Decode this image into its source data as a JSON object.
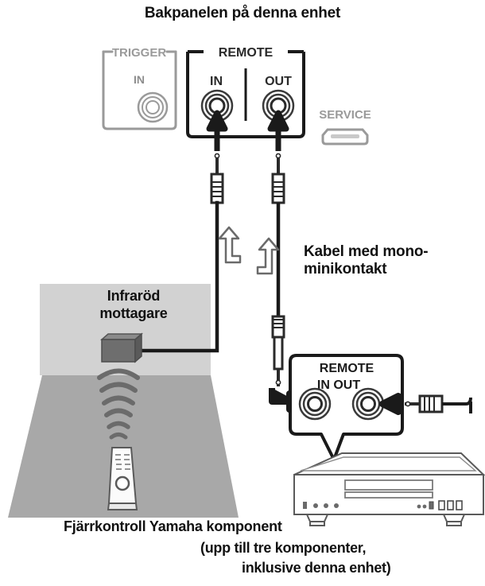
{
  "diagram": {
    "title": "Bakpanelen på denna enhet",
    "labels": {
      "cable_line1": "Kabel med mono-",
      "cable_line2": "minikontakt",
      "ir_line1": "Infraröd",
      "ir_line2": "mottagare",
      "bottom_line1": "Fjärrkontroll Yamaha komponent",
      "bottom_line2": "(upp till tre komponenter,",
      "bottom_line3": "inklusive denna enhet)"
    },
    "rear_panel": {
      "trigger_group_label": "TRIGGER",
      "trigger_jack_label": "IN",
      "remote_group_label": "REMOTE",
      "remote_in_label": "IN",
      "remote_out_label": "OUT",
      "service_label": "SERVICE"
    },
    "callout": {
      "group_label": "REMOTE",
      "in_label": "IN",
      "out_label": "OUT"
    },
    "colors": {
      "ink": "#1a1a1a",
      "panel_gray": "#8d8d8d",
      "wall_gray": "#d2d2d2",
      "floor_gray": "#a8a8a8",
      "receiver_gray": "#6e6e6e",
      "wave_gray": "#6b6b6b",
      "service_gray": "#9a9a9a"
    }
  }
}
